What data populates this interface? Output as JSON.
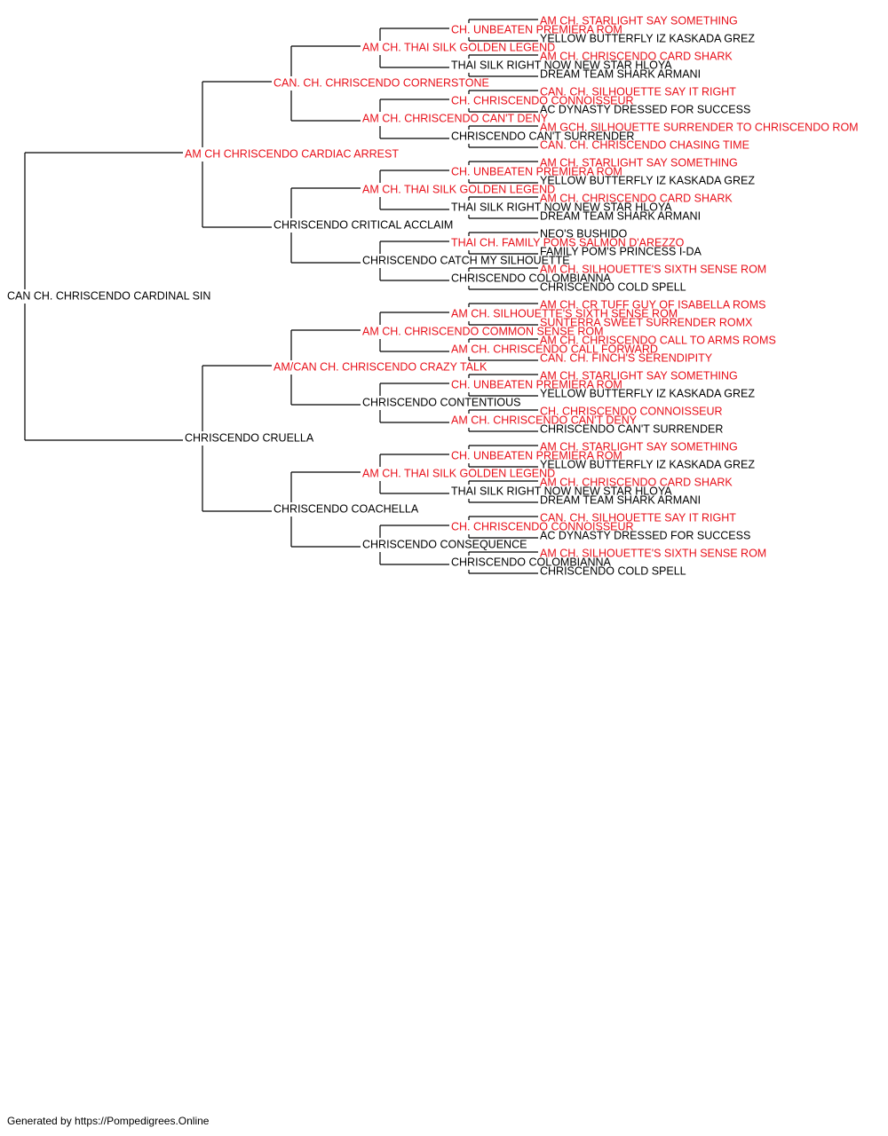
{
  "colors": {
    "champion": "#e8101a",
    "normal": "#000000",
    "connector": "#000000"
  },
  "pedigree": [
    {
      "gen": 0,
      "slot": 0,
      "name": "CAN CH. CHRISCENDO CARDINAL SIN",
      "champion": false
    },
    {
      "gen": 1,
      "slot": 0,
      "name": "AM CH CHRISCENDO CARDIAC ARREST",
      "champion": true
    },
    {
      "gen": 1,
      "slot": 1,
      "name": "CHRISCENDO CRUELLA",
      "champion": false
    },
    {
      "gen": 2,
      "slot": 0,
      "name": "CAN. CH. CHRISCENDO CORNERSTONE",
      "champion": true
    },
    {
      "gen": 2,
      "slot": 1,
      "name": "CHRISCENDO CRITICAL ACCLAIM",
      "champion": false
    },
    {
      "gen": 2,
      "slot": 2,
      "name": "AM/CAN CH. CHRISCENDO CRAZY TALK",
      "champion": true
    },
    {
      "gen": 2,
      "slot": 3,
      "name": "CHRISCENDO COACHELLA",
      "champion": false
    },
    {
      "gen": 3,
      "slot": 0,
      "name": "AM CH. THAI SILK GOLDEN LEGEND",
      "champion": true
    },
    {
      "gen": 3,
      "slot": 1,
      "name": "AM CH. CHRISCENDO CAN'T DENY",
      "champion": true
    },
    {
      "gen": 3,
      "slot": 2,
      "name": "AM CH. THAI SILK GOLDEN LEGEND",
      "champion": true
    },
    {
      "gen": 3,
      "slot": 3,
      "name": "CHRISCENDO CATCH MY SILHOUETTE",
      "champion": false
    },
    {
      "gen": 3,
      "slot": 4,
      "name": "AM CH. CHRISCENDO COMMON SENSE ROM",
      "champion": true
    },
    {
      "gen": 3,
      "slot": 5,
      "name": "CHRISCENDO CONTENTIOUS",
      "champion": false
    },
    {
      "gen": 3,
      "slot": 6,
      "name": "AM CH. THAI SILK GOLDEN LEGEND",
      "champion": true
    },
    {
      "gen": 3,
      "slot": 7,
      "name": "CHRISCENDO CONSEQUENCE",
      "champion": false
    },
    {
      "gen": 4,
      "slot": 0,
      "name": "CH. UNBEATEN PREMIERA ROM",
      "champion": true
    },
    {
      "gen": 4,
      "slot": 1,
      "name": "THAI SILK RIGHT NOW NEW STAR HLOYA",
      "champion": false
    },
    {
      "gen": 4,
      "slot": 2,
      "name": "CH. CHRISCENDO CONNOISSEUR",
      "champion": true
    },
    {
      "gen": 4,
      "slot": 3,
      "name": "CHRISCENDO CAN'T SURRENDER",
      "champion": false
    },
    {
      "gen": 4,
      "slot": 4,
      "name": "CH. UNBEATEN PREMIERA ROM",
      "champion": true
    },
    {
      "gen": 4,
      "slot": 5,
      "name": "THAI SILK RIGHT NOW NEW STAR HLOYA",
      "champion": false
    },
    {
      "gen": 4,
      "slot": 6,
      "name": "THAI CH. FAMILY POMS SALMON D'AREZZO",
      "champion": true
    },
    {
      "gen": 4,
      "slot": 7,
      "name": "CHRISCENDO COLOMBIANNA",
      "champion": false
    },
    {
      "gen": 4,
      "slot": 8,
      "name": "AM CH. SILHOUETTE'S SIXTH SENSE ROM",
      "champion": true
    },
    {
      "gen": 4,
      "slot": 9,
      "name": "AM CH. CHRISCENDO CALL FORWARD",
      "champion": true
    },
    {
      "gen": 4,
      "slot": 10,
      "name": "CH. UNBEATEN PREMIERA ROM",
      "champion": true
    },
    {
      "gen": 4,
      "slot": 11,
      "name": "AM CH. CHRISCENDO CAN'T DENY",
      "champion": true
    },
    {
      "gen": 4,
      "slot": 12,
      "name": "CH. UNBEATEN PREMIERA ROM",
      "champion": true
    },
    {
      "gen": 4,
      "slot": 13,
      "name": "THAI SILK RIGHT NOW NEW STAR HLOYA",
      "champion": false
    },
    {
      "gen": 4,
      "slot": 14,
      "name": "CH. CHRISCENDO CONNOISSEUR",
      "champion": true
    },
    {
      "gen": 4,
      "slot": 15,
      "name": "CHRISCENDO COLOMBIANNA",
      "champion": false
    },
    {
      "gen": 5,
      "slot": 0,
      "name": "AM CH. STARLIGHT SAY SOMETHING",
      "champion": true
    },
    {
      "gen": 5,
      "slot": 1,
      "name": "YELLOW BUTTERFLY IZ KASKADA GREZ",
      "champion": false
    },
    {
      "gen": 5,
      "slot": 2,
      "name": "AM CH. CHRISCENDO CARD SHARK",
      "champion": true
    },
    {
      "gen": 5,
      "slot": 3,
      "name": "DREAM TEAM SHARK ARMANI",
      "champion": false
    },
    {
      "gen": 5,
      "slot": 4,
      "name": "CAN. CH. SILHOUETTE SAY IT RIGHT",
      "champion": true
    },
    {
      "gen": 5,
      "slot": 5,
      "name": "AC DYNASTY DRESSED FOR SUCCESS",
      "champion": false
    },
    {
      "gen": 5,
      "slot": 6,
      "name": "AM GCH. SILHOUETTE SURRENDER TO CHRISCENDO ROM",
      "champion": true
    },
    {
      "gen": 5,
      "slot": 7,
      "name": "CAN. CH. CHRISCENDO CHASING TIME",
      "champion": true
    },
    {
      "gen": 5,
      "slot": 8,
      "name": "AM CH. STARLIGHT SAY SOMETHING",
      "champion": true
    },
    {
      "gen": 5,
      "slot": 9,
      "name": "YELLOW BUTTERFLY IZ KASKADA GREZ",
      "champion": false
    },
    {
      "gen": 5,
      "slot": 10,
      "name": "AM CH. CHRISCENDO CARD SHARK",
      "champion": true
    },
    {
      "gen": 5,
      "slot": 11,
      "name": "DREAM TEAM SHARK ARMANI",
      "champion": false
    },
    {
      "gen": 5,
      "slot": 12,
      "name": "NEO'S BUSHIDO",
      "champion": false
    },
    {
      "gen": 5,
      "slot": 13,
      "name": "FAMILY POM'S PRINCESS I-DA",
      "champion": false
    },
    {
      "gen": 5,
      "slot": 14,
      "name": "AM CH. SILHOUETTE'S SIXTH SENSE ROM",
      "champion": true
    },
    {
      "gen": 5,
      "slot": 15,
      "name": "CHRISCENDO COLD SPELL",
      "champion": false
    },
    {
      "gen": 5,
      "slot": 16,
      "name": "AM CH. CR TUFF GUY OF ISABELLA ROMS",
      "champion": true
    },
    {
      "gen": 5,
      "slot": 17,
      "name": "SUNTERRA SWEET SURRENDER ROMX",
      "champion": true
    },
    {
      "gen": 5,
      "slot": 18,
      "name": "AM CH. CHRISCENDO CALL TO ARMS ROMS",
      "champion": true
    },
    {
      "gen": 5,
      "slot": 19,
      "name": "CAN. CH. FINCH'S SERENDIPITY",
      "champion": true
    },
    {
      "gen": 5,
      "slot": 20,
      "name": "AM CH. STARLIGHT SAY SOMETHING",
      "champion": true
    },
    {
      "gen": 5,
      "slot": 21,
      "name": "YELLOW BUTTERFLY IZ KASKADA GREZ",
      "champion": false
    },
    {
      "gen": 5,
      "slot": 22,
      "name": "CH. CHRISCENDO CONNOISSEUR",
      "champion": true
    },
    {
      "gen": 5,
      "slot": 23,
      "name": "CHRISCENDO CAN'T SURRENDER",
      "champion": false
    },
    {
      "gen": 5,
      "slot": 24,
      "name": "AM CH. STARLIGHT SAY SOMETHING",
      "champion": true
    },
    {
      "gen": 5,
      "slot": 25,
      "name": "YELLOW BUTTERFLY IZ KASKADA GREZ",
      "champion": false
    },
    {
      "gen": 5,
      "slot": 26,
      "name": "AM CH. CHRISCENDO CARD SHARK",
      "champion": true
    },
    {
      "gen": 5,
      "slot": 27,
      "name": "DREAM TEAM SHARK ARMANI",
      "champion": false
    },
    {
      "gen": 5,
      "slot": 28,
      "name": "CAN. CH. SILHOUETTE SAY IT RIGHT",
      "champion": true
    },
    {
      "gen": 5,
      "slot": 29,
      "name": "AC DYNASTY DRESSED FOR SUCCESS",
      "champion": false
    },
    {
      "gen": 5,
      "slot": 30,
      "name": "AM CH. SILHOUETTE'S SIXTH SENSE ROM",
      "champion": true
    },
    {
      "gen": 5,
      "slot": 31,
      "name": "CHRISCENDO COLD SPELL",
      "champion": false
    }
  ],
  "footer": {
    "text": "Generated by https://Pompedigrees.Online"
  }
}
